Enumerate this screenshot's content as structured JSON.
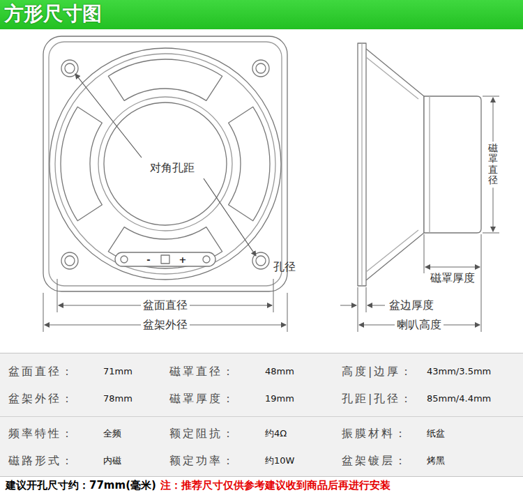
{
  "diagram": {
    "title": "方形尺寸图",
    "labels": [
      "对角孔距",
      "-",
      "+",
      "孔径",
      "盆面直径",
      "盆架外径",
      "磁罩直径",
      "磁罩厚度",
      "盆边厚度",
      "喇叭高度",
      "盆面直径：",
      "71mm",
      "磁罩直径：",
      "48mm",
      "高度|边厚：",
      "43mm/3.5mm",
      "盆架外径：",
      "78mm",
      "磁罩厚度：",
      "19mm",
      "孔距|孔径：",
      "85mm/4.4mm",
      "频率特性：",
      "全频",
      "额定阻抗：",
      "约4Ω",
      "振膜材料：",
      "纸盆",
      "磁路形式：",
      "内磁",
      "额定功率：",
      "约10W",
      "盆架镀层：",
      "烤黑",
      "建议开孔尺寸约：77mm(毫米)",
      "注：推荐尺寸仅供参考建议收到商品后再进行安装"
    ]
  }
}
